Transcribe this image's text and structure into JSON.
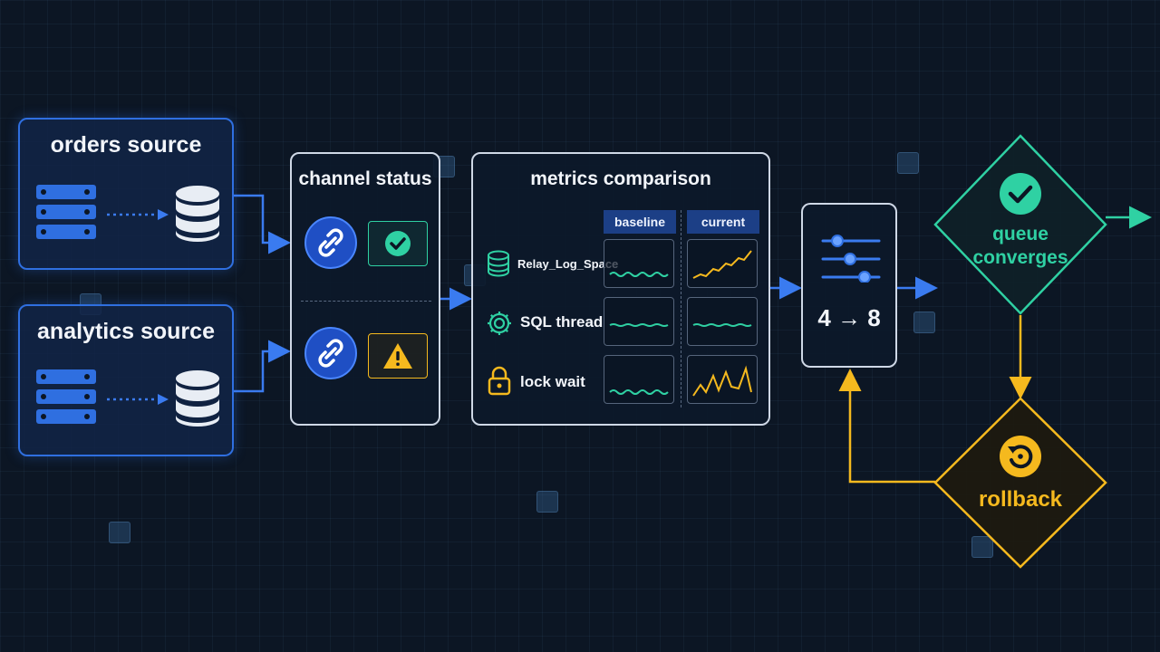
{
  "sources": [
    {
      "title": "orders source"
    },
    {
      "title": "analytics source"
    }
  ],
  "channel_status": {
    "title": "channel status",
    "rows": [
      {
        "link_icon": "link-icon",
        "status_icon": "check-icon",
        "status": "ok",
        "color": "#2fd1a3"
      },
      {
        "link_icon": "link-icon",
        "status_icon": "warning-icon",
        "status": "warning",
        "color": "#f5b91e"
      }
    ]
  },
  "metrics": {
    "title": "metrics comparison",
    "columns": [
      "baseline",
      "current"
    ],
    "rows": [
      {
        "label": "Relay_Log_Space",
        "icon": "database-icon"
      },
      {
        "label": "SQL thread",
        "icon": "gear-icon"
      },
      {
        "label": "lock wait",
        "icon": "lock-icon"
      }
    ]
  },
  "scaling": {
    "label": "4 → 8",
    "icon": "sliders-icon"
  },
  "decisions": {
    "converge": {
      "label_line1": "queue",
      "label_line2": "converges",
      "icon": "check-circle-icon",
      "color": "#2fd1a3"
    },
    "rollback": {
      "label": "rollback",
      "icon": "rollback-icon",
      "color": "#f5b91e"
    }
  },
  "colors": {
    "accent_blue": "#2f6fe0",
    "teal": "#2fd1a3",
    "amber": "#f5b91e",
    "background": "#0c1624"
  }
}
